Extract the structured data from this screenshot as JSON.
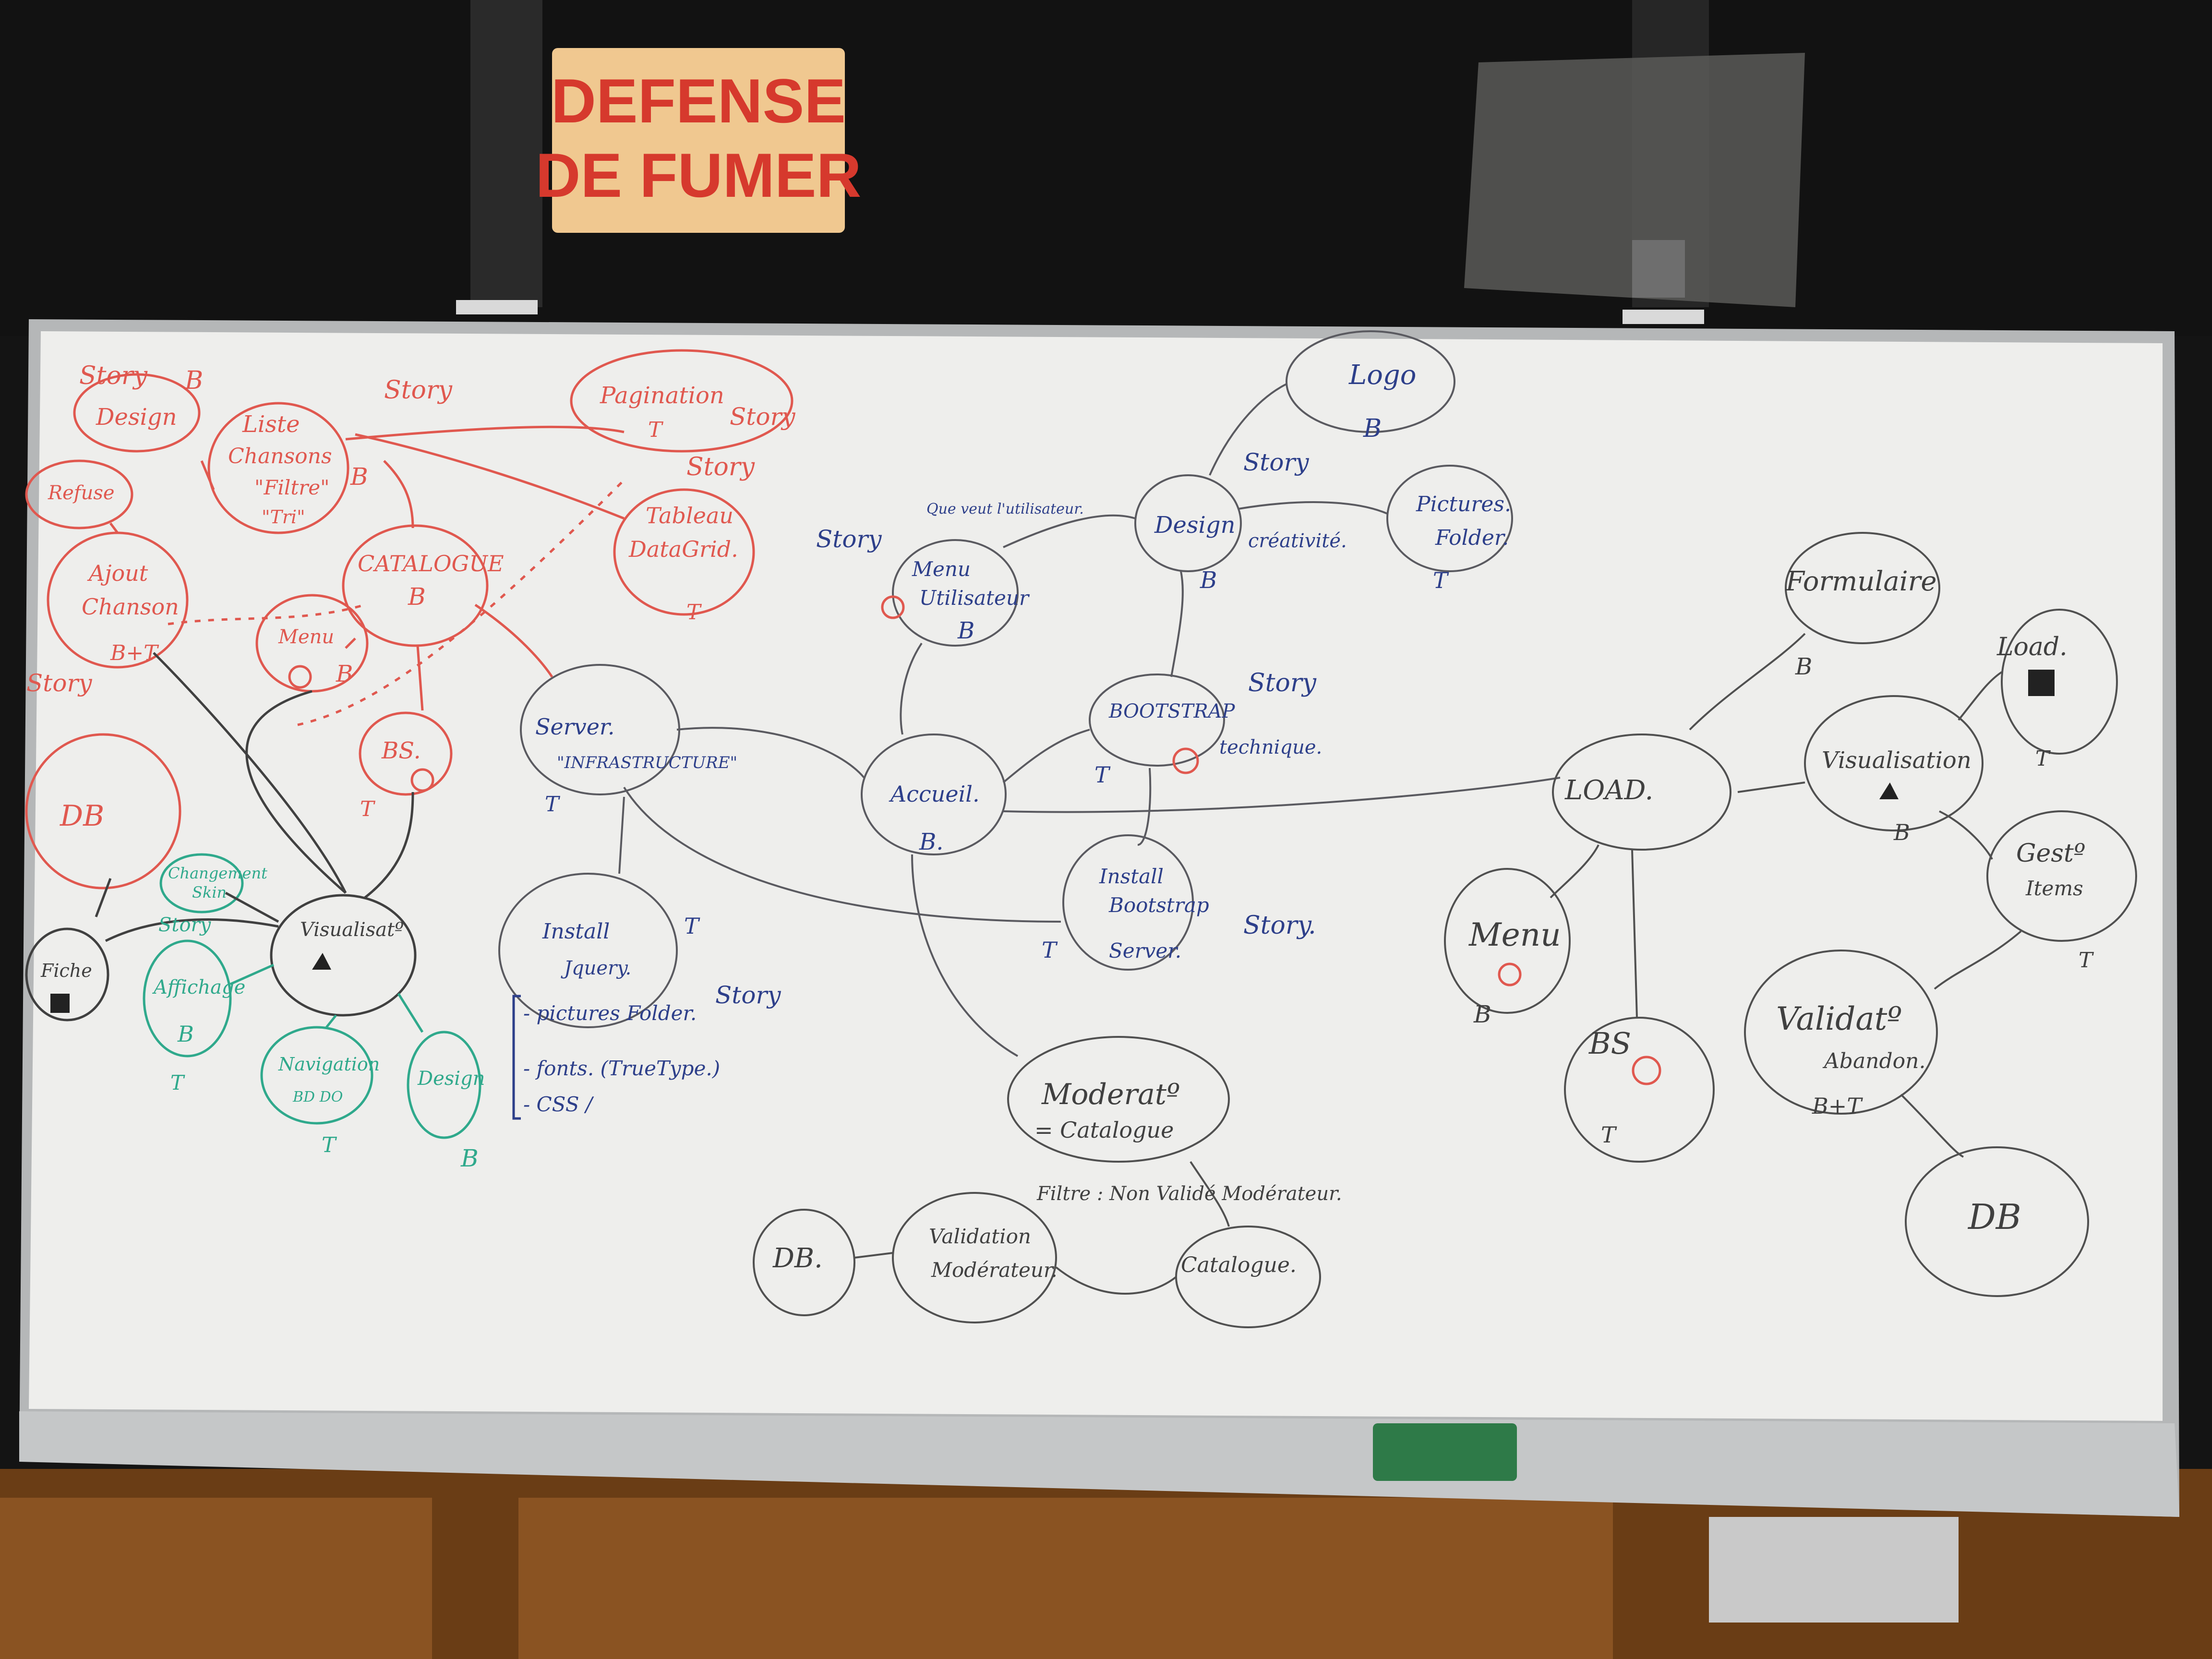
{
  "sign": {
    "line1": "DEFENSE",
    "line2": "DE FUMER"
  },
  "colors": {
    "red": "#e0584f",
    "blue": "#2d3f8a",
    "black": "#404040",
    "green": "#2fa98c",
    "board": "#eeeeec",
    "frame": "#b5b7b8",
    "sign_bg": "#f0c890",
    "sign_text": "#d6392d",
    "eraser": "#2e7a48",
    "wood": "#7d4a1c"
  },
  "red_cluster": {
    "story_top": "Story",
    "story_top_right": "Story",
    "story_left": "Story",
    "story_right": "Story",
    "design": "Design",
    "b_top": "B",
    "refuse": "Refuse",
    "liste_chansons": [
      "Liste",
      "Chansons",
      "\"Filtre\"",
      "\"Tri\""
    ],
    "liste_b": "B",
    "pagination": "Pagination",
    "pagination_t": "T",
    "tableau": [
      "Tableau",
      "DataGrid."
    ],
    "tableau_t": "T",
    "catalogue": "CATALOGUE",
    "catalogue_b": "B",
    "ajout": [
      "Ajout",
      "Chanson"
    ],
    "ajout_bt": "B+T",
    "menu": "Menu",
    "menu_b": "B",
    "bs": "BS.",
    "bs_t": "T",
    "db": "DB"
  },
  "green_cluster": {
    "changement": [
      "Changement",
      "Skin"
    ],
    "story": "Story",
    "visualisation": "Visualisatº",
    "fiche": "Fiche",
    "affichage": [
      "Affichage",
      "B"
    ],
    "affichage_t": "T",
    "navigation": [
      "Navigation",
      "BD DO"
    ],
    "navigation_t": "T",
    "design": "Design",
    "design_b": "B"
  },
  "blue_cluster": {
    "server": "Server.",
    "infrastructure": "\"INFRASTRUCTURE\"",
    "server_t": "T",
    "install": [
      "Install",
      "Jquery."
    ],
    "install_t": "T",
    "install_list": [
      "- pictures Folder.",
      "- fonts. (TrueType.)",
      "- CSS /"
    ],
    "story_install": "Story",
    "story_menu": "Story",
    "que_veut": "Que veut l'utilisateur.",
    "menu_utilisateur": [
      "Menu",
      "Utilisateur"
    ],
    "menu_b": "B",
    "design": "Design",
    "design_b": "B",
    "creativite": "créativité.",
    "logo": "Logo",
    "logo_b": "B",
    "story_logo": "Story",
    "pictures": [
      "Pictures.",
      "Folder."
    ],
    "pictures_t": "T",
    "accueil": "Accueil.",
    "accueil_b": "B.",
    "bootstrap": "BOOTSTRAP",
    "bootstrap_t": "T",
    "story_bootstrap": "Story",
    "technique": "technique.",
    "install_bootstrap": [
      "Install",
      "Bootstrap",
      "Server."
    ],
    "install_bootstrap_t": "T",
    "story_install_bootstrap": "Story."
  },
  "black_cluster": {
    "moderation": "Moderatº",
    "moderation_sub": "= Catalogue",
    "filtre": "Filtre : Non Validé Modérateur.",
    "db": "DB.",
    "validation": [
      "Validation",
      "Modérateur."
    ],
    "catalogue": "Catalogue.",
    "load": "LOAD.",
    "menu": "Menu",
    "menu_b": "B",
    "bs": "BS",
    "bs_t": "T",
    "formulaire": "Formulaire",
    "formulaire_b": "B",
    "visualisation": "Visualisation",
    "visualisation_b": "B",
    "load_small": "Load.",
    "load_small_t": "T",
    "gestion": [
      "Gestº",
      "Items"
    ],
    "gestion_t": "T",
    "validation_right": [
      "Validatº",
      "Abandon."
    ],
    "validation_right_bt": "B+T",
    "db_right": "DB"
  }
}
